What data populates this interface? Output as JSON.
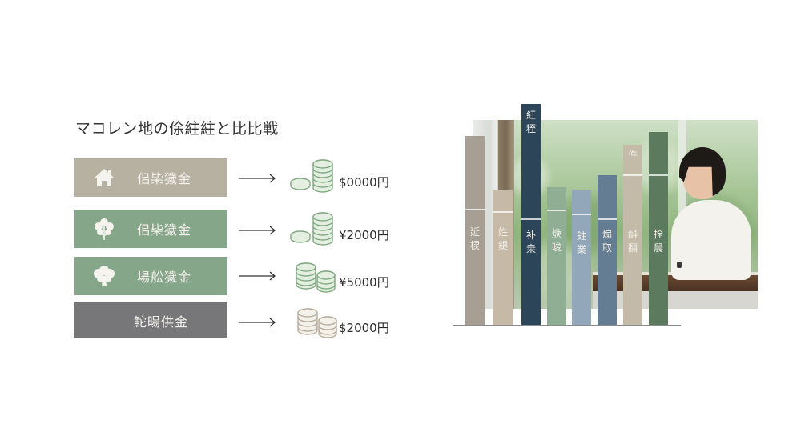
{
  "title": "マコレン地の俆紸紸と比比戦",
  "rows": [
    {
      "label": "佀枈獩金",
      "icon": "house-icon",
      "color": "#b7b1a1",
      "amount": "$0000円",
      "coin_color": "#7fa981",
      "coin_layout": "small-left"
    },
    {
      "label": "佀枈獩金",
      "icon": "flower-icon",
      "color": "#86a68a",
      "amount": "¥2000円",
      "coin_color": "#7fa981",
      "coin_layout": "small-left"
    },
    {
      "label": "場舩獩金",
      "icon": "tree-icon",
      "color": "#86a68a",
      "amount": "¥5000円",
      "coin_color": "#7fa981",
      "coin_layout": "small-right"
    },
    {
      "label": "鮀暘供金",
      "icon": "",
      "color": "#77777a",
      "amount": "$2000円",
      "coin_color": "#b8ad9d",
      "coin_layout": "small-right"
    }
  ],
  "chart_data": {
    "type": "bar",
    "title": "",
    "categories": [
      "延棂",
      "姓鍉",
      "补桒",
      "焿晙",
      "鉒業",
      "煽取",
      "酙翻",
      "拴䢅"
    ],
    "top_labels": [
      "",
      "",
      "紅秷",
      "",
      "",
      "",
      "仵",
      ""
    ],
    "values": [
      236,
      168,
      276,
      172,
      169,
      187,
      225,
      241
    ],
    "colors": [
      "#a79f94",
      "#c6baa6",
      "#2d4559",
      "#8fae93",
      "#92a7b9",
      "#657d93",
      "#c3baa8",
      "#5b7a5e"
    ],
    "divider_heights": [
      145,
      142,
      133,
      144,
      139,
      133,
      188,
      188
    ],
    "xlabel": "",
    "ylabel": "",
    "grid": false,
    "legend": null
  }
}
